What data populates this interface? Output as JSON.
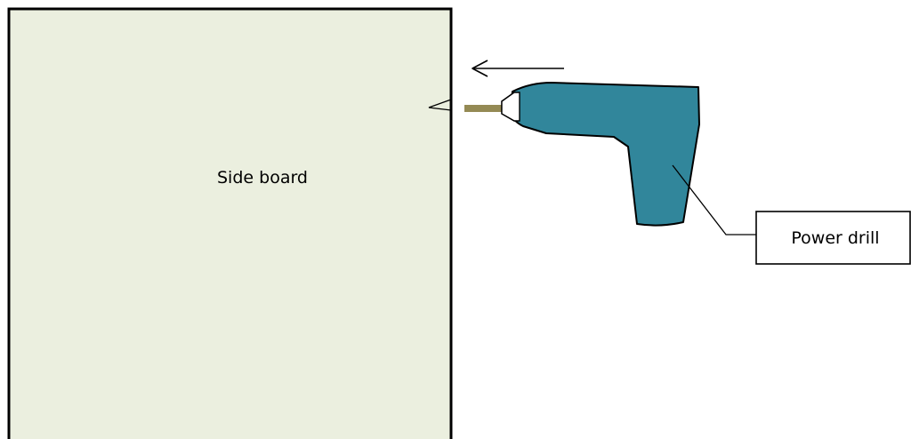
{
  "diagram": {
    "board": {
      "label": "Side board",
      "fill_color": "#ebefdf",
      "border_color": "#000000"
    },
    "drill": {
      "callout_label": "Power drill",
      "body_color": "#31869b",
      "bit_color": "#948a54",
      "chuck_color": "#ffffff",
      "outline_color": "#000000"
    },
    "direction_arrow": {
      "direction": "left",
      "color": "#000000"
    }
  }
}
